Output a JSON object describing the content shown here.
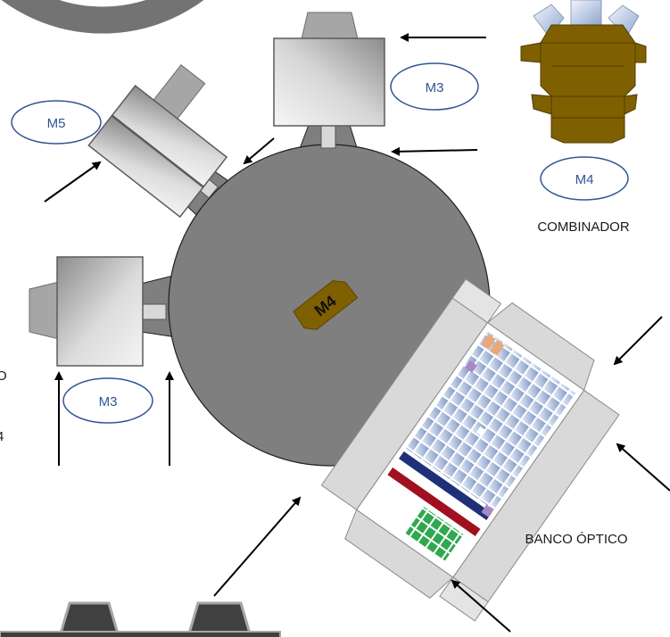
{
  "labels": {
    "m3_top": "M3",
    "m3_left": "M3",
    "m5": "M5",
    "m4_side": "M4",
    "m4_center": "M4",
    "combinador": "COMBINADOR",
    "banco_optico": "BANCO ÓPTICO",
    "edge_text_a": "O",
    "edge_text_b": "4"
  },
  "colors": {
    "platform": "#7f7f7f",
    "platform_stroke": "#1f1f1f",
    "module_brown": "#7f6000",
    "oval_stroke": "#2f5496",
    "oval_text": "#2f5496",
    "ring": "#7a7a7a",
    "panel_grey": "#d9d9d9",
    "arrow": "#000000"
  },
  "icons": {
    "arrow": "arrow-icon",
    "oval": "label-oval"
  }
}
